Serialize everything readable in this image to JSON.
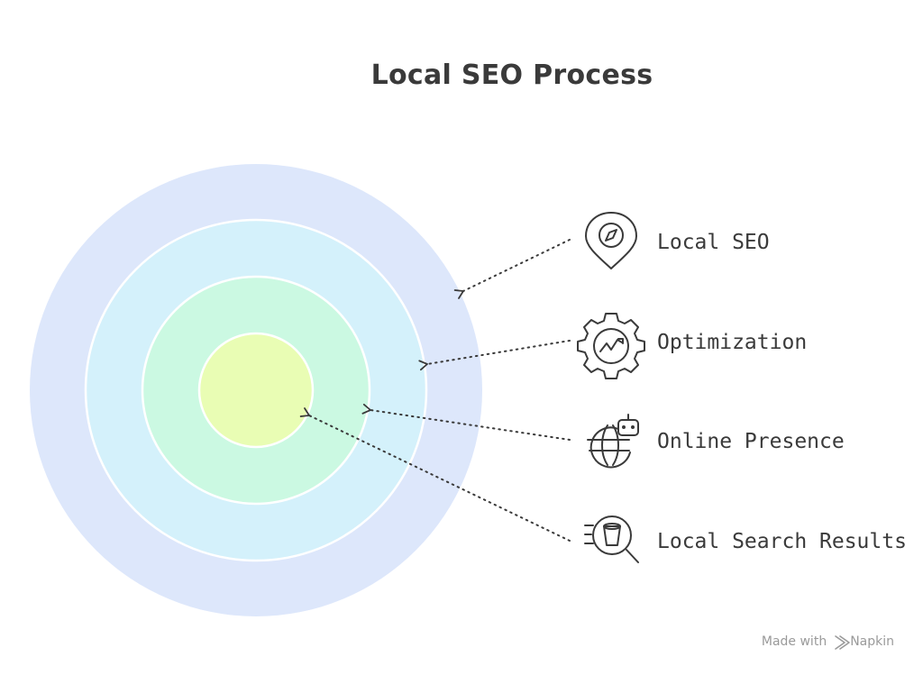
{
  "title": "Local SEO Process",
  "layers": [
    {
      "label": "Local SEO",
      "icon": "location-pin-compass-icon",
      "fill": "#dde7fb"
    },
    {
      "label": "Optimization",
      "icon": "gear-chart-icon",
      "fill": "#d4f1fb"
    },
    {
      "label": "Online Presence",
      "icon": "globe-bot-icon",
      "fill": "#cbf9e2"
    },
    {
      "label": "Local Search Results",
      "icon": "search-magnifier-icon",
      "fill": "#e9fdb4"
    }
  ],
  "footer": {
    "prefix": "Made with",
    "brand": "Napkin",
    "icon": "napkin-logo-icon"
  }
}
